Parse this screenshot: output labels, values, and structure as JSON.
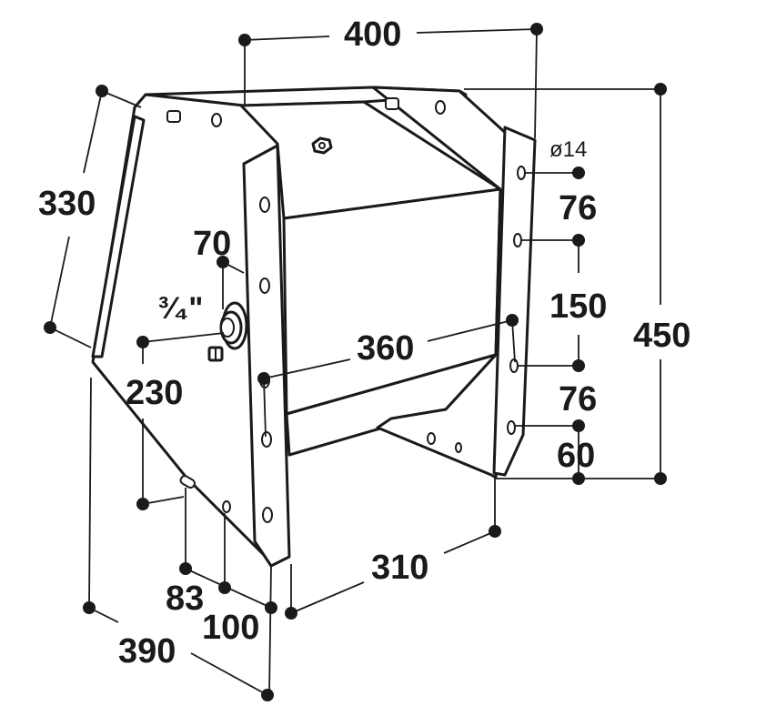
{
  "dimensions": {
    "width_top": "400",
    "height_left": "330",
    "total_height": "450",
    "hole_diameter": "ø14",
    "hole_spacing_top": "76",
    "hole_spacing_middle": "150",
    "hole_spacing_lower": "76",
    "bottom_offset": "60",
    "inner_width": "360",
    "fitting_offset": "70",
    "fitting_size": "³⁄₄\"",
    "fitting_height": "230",
    "bottom_depth": "310",
    "front_offset_a": "83",
    "front_offset_b": "100",
    "overall_depth": "390"
  }
}
